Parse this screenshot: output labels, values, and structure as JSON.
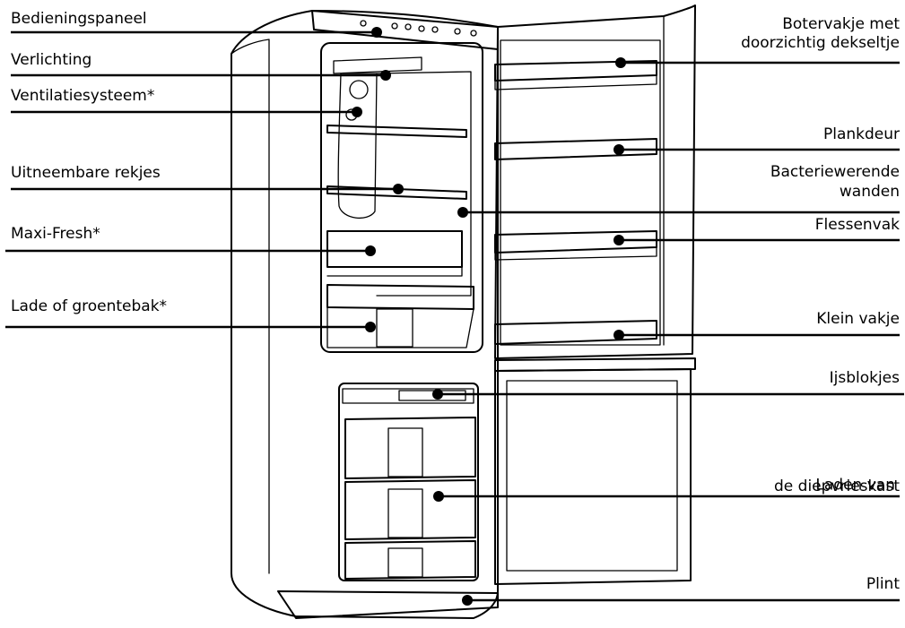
{
  "colors": {
    "ink": "#000000",
    "paper": "#ffffff"
  },
  "labels": {
    "control_panel": "Bedieningspaneel",
    "lighting": "Verlichting",
    "ventilation": "Ventilatiesysteem*",
    "removable_shelves": "Uitneembare rekjes",
    "maxi_fresh": "Maxi-Fresh*",
    "drawer": "Lade of groentebak*",
    "butter_line1": "Botervakje met",
    "butter_line2": "doorzichtig dekseltje",
    "door_shelf": "Plankdeur",
    "antibacterial_line1": "Bacteriewerende",
    "antibacterial_line2": "wanden",
    "bottle_rack": "Flessenvak",
    "small_compartment": "Klein vakje",
    "ice_cubes": "Ijsblokjes",
    "freezer_line1": "de diepvrieskast",
    "freezer_line2": "Laden van",
    "plinth": "Plint"
  }
}
